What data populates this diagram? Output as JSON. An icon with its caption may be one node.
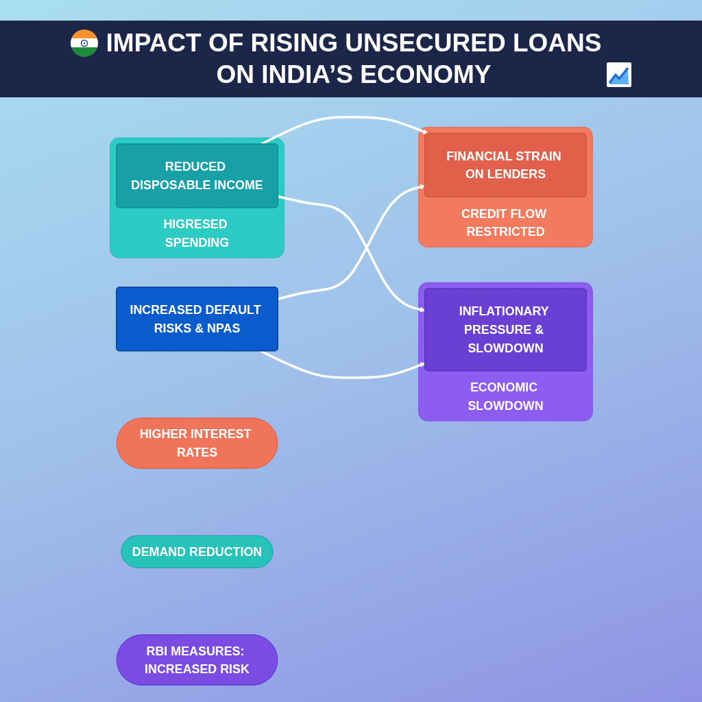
{
  "diagram": {
    "title": "IMPACT OF RISING UNSECURED LOANS ON INDIA’S ECONOMY",
    "nodes": [
      {
        "text": [
          "INCREASED DEFAULT RISKS & NPAS"
        ]
      },
      {
        "text": [
          "CREDIT FLOW RESTRICTED"
        ]
      },
      {
        "text": [
          "FINANCIAL STRAIN ON LENDERS"
        ],
        "in": 1
      },
      {
        "text": [
          "HIGRESED SPENDING"
        ]
      },
      {
        "text": [
          "REDUCED DISPOSABLE INCOME"
        ],
        "in": 3
      },
      {
        "text": [
          "ECONOMIC SLOWDOWN"
        ]
      },
      {
        "text": [
          "INFLATIONARY PRESSURE & SLOWDOWN"
        ],
        "in": 5
      },
      {
        "text": [
          "HIGHER INTEREST RATES"
        ]
      },
      {
        "text": [
          "DEMAND REDUCTION"
        ]
      },
      {
        "text": [
          "RBI MEASURES: INCREASED RISK"
        ]
      }
    ],
    "edges": [
      {
        "from": 0,
        "to": 2,
        "arrow": "to"
      },
      {
        "from": 0,
        "to": 6,
        "arrow": "to"
      },
      {
        "from": 4,
        "to": 2,
        "arrow": "to"
      },
      {
        "from": 4,
        "to": 6,
        "arrow": "to"
      }
    ]
  }
}
